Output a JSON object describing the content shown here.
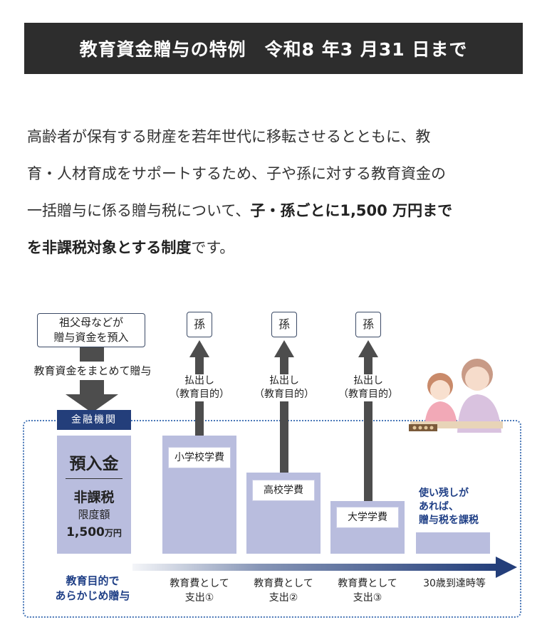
{
  "header": {
    "title": "教育資金贈与の特例　令和8 年3 月31 日まで"
  },
  "intro": {
    "line1": "高齢者が保有する財産を若年世代に移転させるとともに、教",
    "line2": "育・人材育成をサポートするため、子や孫に対する教育資金の",
    "line3_plain": "一括贈与に係る贈与税について、",
    "line3_bold": "子・孫ごとに1,500 万円まで",
    "line4_bold": "を非課税対象とする制度",
    "line4_plain": "です。"
  },
  "diagram": {
    "depositor": {
      "line1": "祖父母などが",
      "line2": "贈与資金を預入"
    },
    "lump_sum_label": "教育資金をまとめて贈与",
    "institution_label": "金融機関",
    "deposit": {
      "title": "預入金",
      "tax_free": "非課税",
      "limit_label": "限度額",
      "amount": "1,500",
      "amount_unit": "万円"
    },
    "grandchild_label": "孫",
    "withdrawal": {
      "line1": "払出し",
      "line2": "（教育目的）"
    },
    "stages": [
      {
        "fee_label": "小学校学費",
        "bottom_line1": "教育費として",
        "bottom_line2": "支出①"
      },
      {
        "fee_label": "高校学費",
        "bottom_line1": "教育費として",
        "bottom_line2": "支出②"
      },
      {
        "fee_label": "大学学費",
        "bottom_line1": "教育費として",
        "bottom_line2": "支出③"
      }
    ],
    "leftover": {
      "line1": "使い残しが",
      "line2": "あれば、",
      "line3": "贈与税を課税"
    },
    "end_label": "30歳到達時等",
    "gift_label": {
      "line1": "教育目的で",
      "line2": "あらかじめ贈与"
    }
  },
  "colors": {
    "header_bg": "#2d2d2d",
    "navy": "#233e7a",
    "bar": "#b9bdde",
    "dotted_frame": "#4a78b8",
    "arrow_gray": "#4d4d4d"
  }
}
